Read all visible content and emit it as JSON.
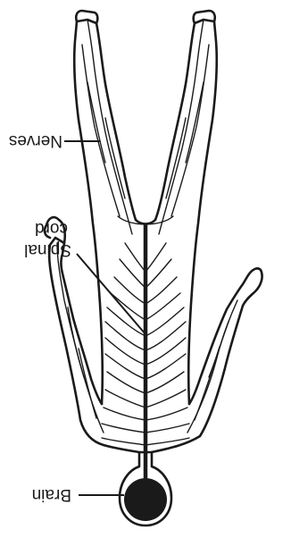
{
  "diagram": {
    "labels": {
      "nerves": "Nerves",
      "spinal_line1": "Spinal",
      "spinal_line2": "cord",
      "brain": "Brain"
    },
    "colors": {
      "ink": "#1a1a1a",
      "paper": "#ffffff"
    }
  }
}
